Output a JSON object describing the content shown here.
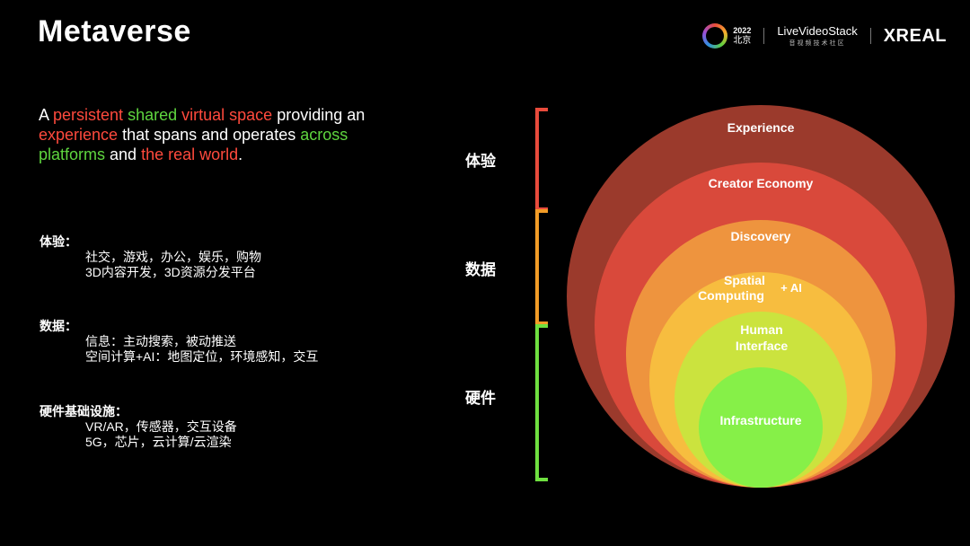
{
  "title": "Metaverse",
  "header": {
    "event_logo": {
      "year": "2022",
      "city": "北京"
    },
    "livevideostack": {
      "name": "LiveVideoStack",
      "subtitle": "音视频技术社区"
    },
    "xreal": "XREAL"
  },
  "definition": {
    "segments": [
      {
        "text": "A ",
        "color": "white"
      },
      {
        "text": "persistent",
        "color": "red"
      },
      {
        "text": " ",
        "color": "white"
      },
      {
        "text": "shared",
        "color": "green"
      },
      {
        "text": " ",
        "color": "white"
      },
      {
        "text": "virtual space",
        "color": "red"
      },
      {
        "text": " providing an ",
        "color": "white"
      },
      {
        "text": "experience",
        "color": "red"
      },
      {
        "text": " that spans and operates ",
        "color": "white"
      },
      {
        "text": "across platforms",
        "color": "green"
      },
      {
        "text": " and ",
        "color": "white"
      },
      {
        "text": "the real world",
        "color": "red"
      },
      {
        "text": ".",
        "color": "white"
      }
    ]
  },
  "sections": [
    {
      "heading": "体验：",
      "items": [
        "社交，游戏，办公，娱乐，购物",
        "3D内容开发，3D资源分发平台"
      ]
    },
    {
      "heading": "数据：",
      "items": [
        "信息：主动搜索，被动推送",
        "空间计算+AI：地图定位，环境感知，交互"
      ]
    },
    {
      "heading": "硬件基础设施：",
      "items": [
        "VR/AR，传感器，交互设备",
        "5G，芯片，云计算/云渲染"
      ]
    }
  ],
  "side_labels": [
    "体验",
    "数据",
    "硬件"
  ],
  "diagram": {
    "layers": [
      {
        "label": "Experience",
        "color": "#9b3a2c"
      },
      {
        "label": "Creator Economy",
        "color": "#d9493b"
      },
      {
        "label": "Discovery",
        "color": "#ee943e"
      },
      {
        "label_lines": [
          "Spatial",
          "Computing"
        ],
        "suffix": "+ AI",
        "color": "#f7bd3f"
      },
      {
        "label_lines": [
          "Human",
          "Interface"
        ],
        "color": "#cbe33e"
      },
      {
        "label": "Infrastructure",
        "color": "#86f048"
      }
    ],
    "brackets": [
      {
        "color": "#e94b3c"
      },
      {
        "color": "#f39c27"
      },
      {
        "color": "#6fe040"
      }
    ]
  },
  "colors": {
    "background": "#000000",
    "text": "#ffffff",
    "red": "#ff4a3d",
    "green": "#5fd63f"
  }
}
